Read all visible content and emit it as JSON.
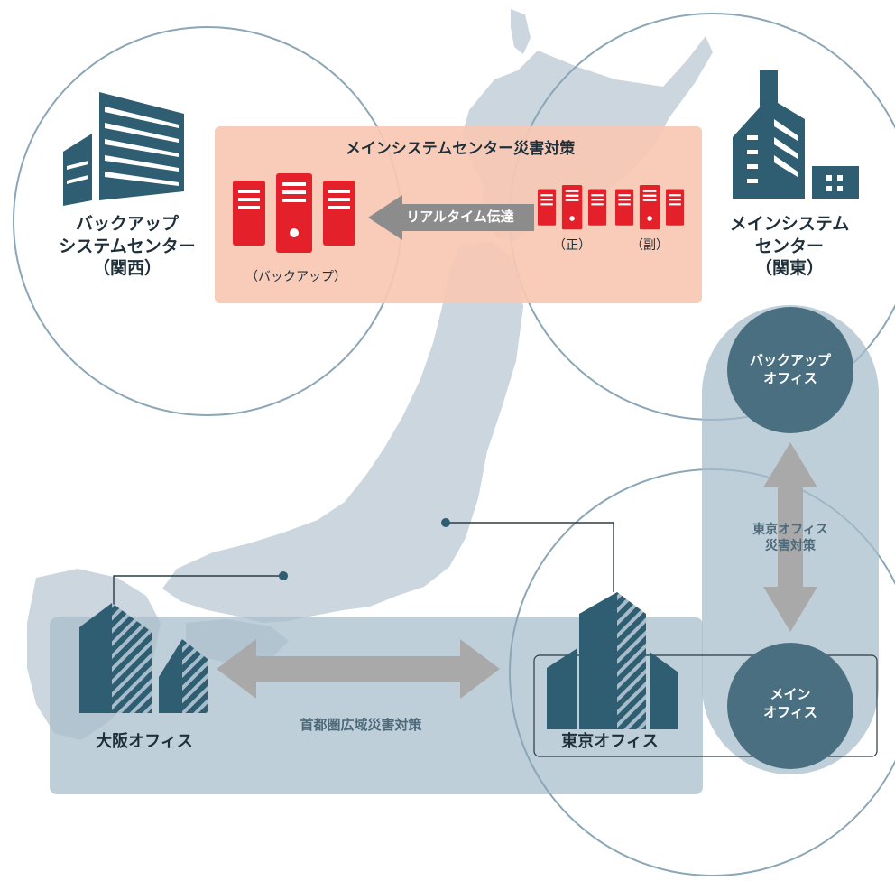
{
  "colors": {
    "map": "#cbd6df",
    "building": "#2f5d72",
    "server": "#e4212a",
    "salmon_panel": "#f7c8b3",
    "blue_panel": "#a6bccb",
    "circle_stroke": "#8aa6b7",
    "office_circle": "#4a6f80",
    "arrow_gray": "#a9a9a9",
    "arrow_dark": "#8c8c8c",
    "text_dark": "#1e2f3a"
  },
  "icons": {
    "backup_building": "office-building-icon",
    "main_building": "office-building-icon",
    "server": "server-rack-icon",
    "osaka_building": "striped-building-icon",
    "tokyo_building": "striped-building-icon"
  },
  "backup_center": {
    "line1": "バックアップ",
    "line2": "システムセンター",
    "line3": "（関西）"
  },
  "main_center": {
    "line1": "メインシステム",
    "line2": "センター",
    "line3": "（関東）"
  },
  "disaster_panel": {
    "title": "メインシステムセンター災害対策",
    "arrow_label": "リアルタイム伝達",
    "backup_server_label": "（バックアップ）",
    "primary_label": "（正）",
    "secondary_label": "（副）"
  },
  "offices": {
    "backup_office": {
      "line1": "バックアップ",
      "line2": "オフィス"
    },
    "main_office": {
      "line1": "メイン",
      "line2": "オフィス"
    },
    "tokyo_dr": {
      "line1": "東京オフィス",
      "line2": "災害対策"
    },
    "osaka": "大阪オフィス",
    "tokyo": "東京オフィス",
    "metro_label": "首都圏広域災害対策"
  }
}
